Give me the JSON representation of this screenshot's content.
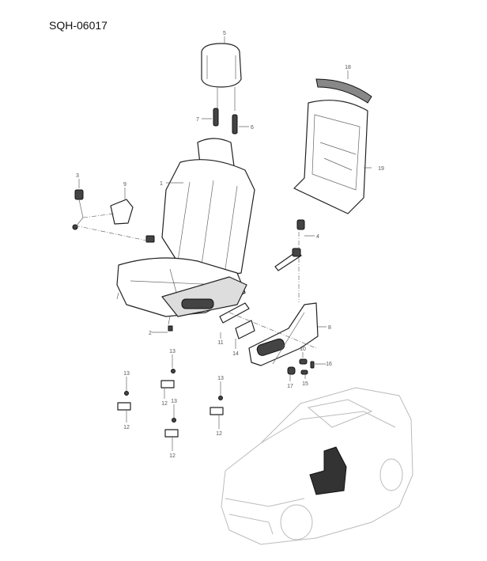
{
  "diagram_code": "SQH-06017",
  "callouts": [
    "5",
    "18",
    "7",
    "6",
    "1",
    "3",
    "9",
    "19",
    "4",
    "8",
    "2",
    "11",
    "14",
    "10",
    "16",
    "17",
    "15",
    "13",
    "13",
    "13",
    "13",
    "12",
    "12",
    "12",
    "12"
  ],
  "colors": {
    "line": "#222222",
    "callout_text": "#555555",
    "vehicle_outline": "#bbbbbb"
  }
}
